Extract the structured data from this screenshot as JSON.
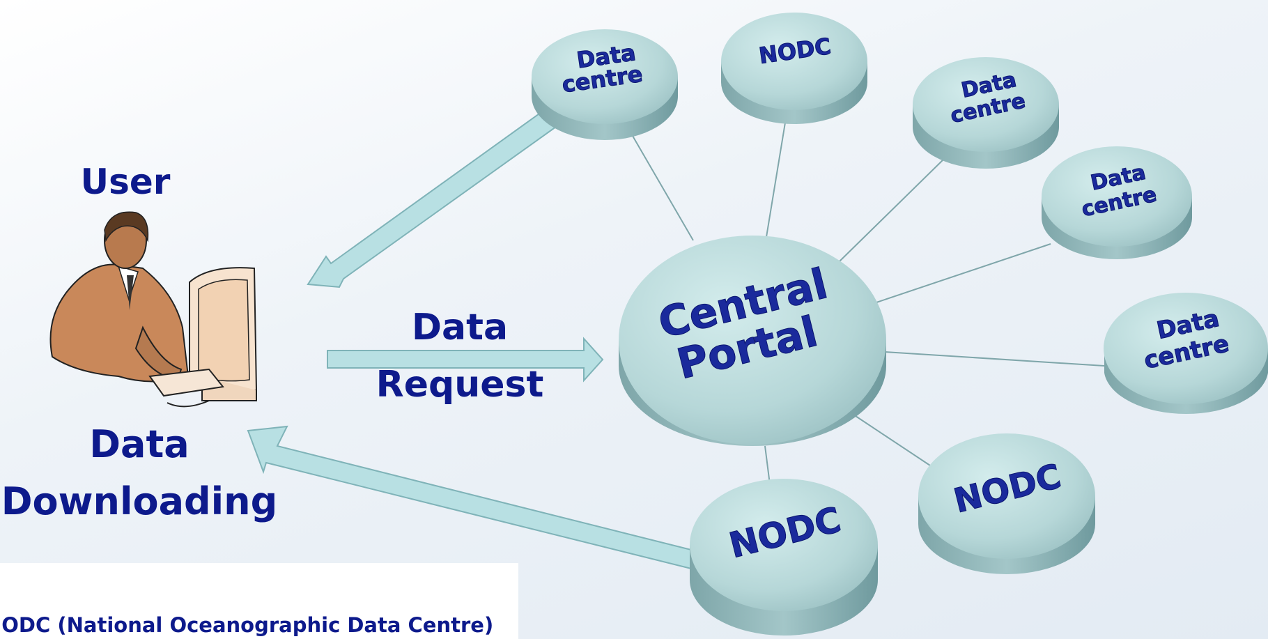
{
  "labels": {
    "user": "User",
    "request_line1": "Data",
    "request_line2": "Request",
    "download_line1": "Data",
    "download_line2": "Downloading",
    "central_line1": "Central",
    "central_line2": "Portal",
    "nodc": "NODC",
    "datacentre_line1": "Data",
    "datacentre_line2": "centre"
  },
  "note": "NODC (National Oceanographic Data Centre)",
  "colors": {
    "text": "#0d1a8c",
    "disk_top": "#b9d9da",
    "disk_side": "#86aeb1",
    "arrow_fill": "#b8e0e3",
    "arrow_stroke": "#7fb3b8",
    "connector": "#7fa6aa"
  }
}
